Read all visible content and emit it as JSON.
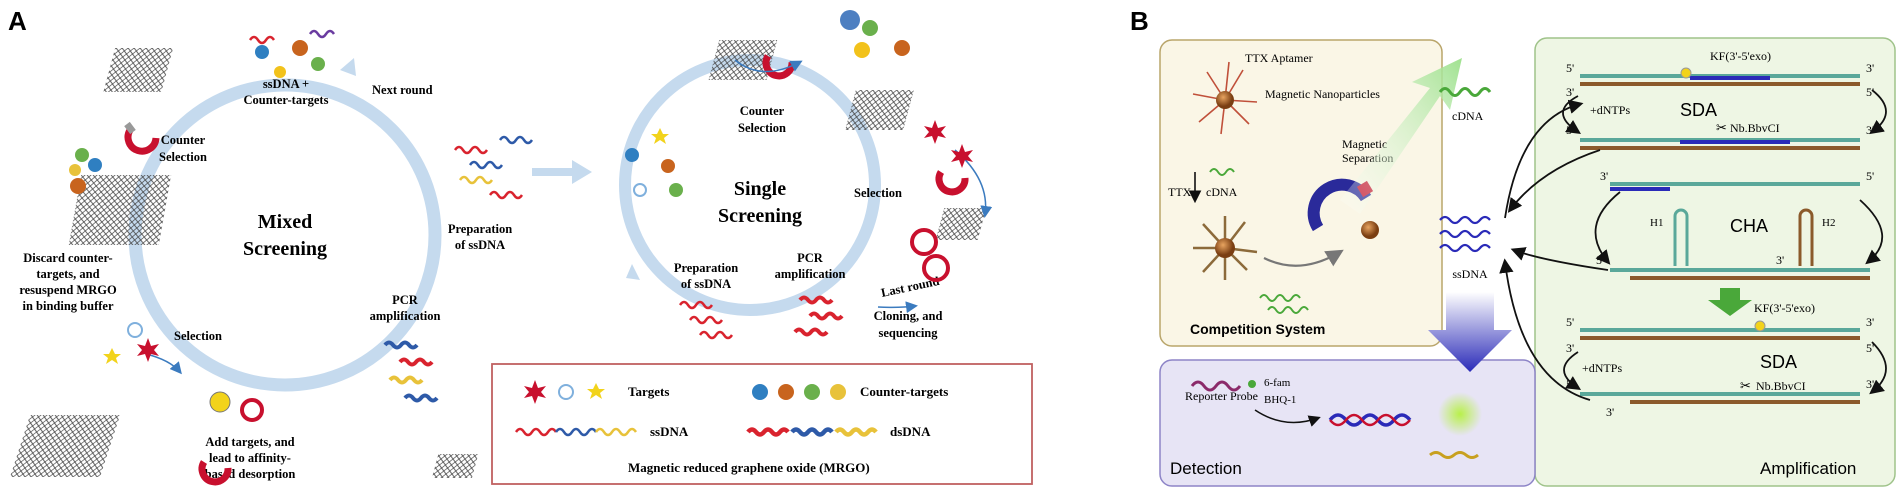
{
  "panel_a": {
    "letter": "A",
    "mixed_title": [
      "Mixed",
      "Screening"
    ],
    "single_title": [
      "Single",
      "Screening"
    ],
    "labels": {
      "next_round": "Next round",
      "ssdna_counter": [
        "ssDNA +",
        "Counter-targets"
      ],
      "counter_selection_left": [
        "Counter",
        "Selection"
      ],
      "discard": [
        "Discard counter-",
        "targets, and",
        "resuspend MRGO",
        "in binding buffer"
      ],
      "selection_left": "Selection",
      "add_targets": [
        "Add targets, and",
        "lead to affinity-",
        "based desorption"
      ],
      "pcr_left": [
        "PCR",
        "amplification"
      ],
      "prep_left": [
        "Preparation",
        "of ssDNA"
      ],
      "counter_selection_right": [
        "Counter",
        "Selection"
      ],
      "selection_right": "Selection",
      "prep_right": [
        "Preparation",
        "of ssDNA"
      ],
      "pcr_right": [
        "PCR",
        "amplification"
      ],
      "last_round": "Last round",
      "cloning": [
        "Cloning, and",
        "sequencing"
      ]
    },
    "legend": {
      "targets": "Targets",
      "counter_targets": "Counter-targets",
      "ssdna": "ssDNA",
      "dsdna": "dsDNA",
      "mrgo": "Magnetic reduced graphene oxide (MRGO)"
    }
  },
  "panel_b": {
    "letter": "B",
    "competition": {
      "ttx_aptamer": "TTX Aptamer",
      "magnetic_np": "Magnetic Nanoparticles",
      "ttx": "TTX",
      "cdna_small": "cDNA",
      "magnetic_separation": [
        "Magnetic",
        "Separation"
      ],
      "title": "Competition System"
    },
    "cdna": "cDNA",
    "ssdna": "ssDNA",
    "detection": {
      "reporter": "Reporter Probe",
      "fam": "6-fam",
      "bhq": "BHQ-1",
      "title": "Detection"
    },
    "amplification": {
      "kf1": "KF(3'-5'exo)",
      "sda1": "SDA",
      "dntps1": "+dNTPs",
      "nb1": "Nb.BbvCI",
      "h1": "H1",
      "cha": "CHA",
      "h2": "H2",
      "kf2": "KF(3'-5'exo)",
      "dntps2": "+dNTPs",
      "sda2": "SDA",
      "nb2": "Nb.BbvCI",
      "title": "Amplification",
      "five_prime": "5'",
      "three_prime": "3'"
    }
  },
  "colors": {
    "circle": "#c5daee",
    "target_red": "#c8102e",
    "target_yellow": "#f2d31b",
    "target_blue": "#7fb0dd",
    "ss_red": "#d9232e",
    "ss_blue": "#2e5aa8",
    "ss_yellow": "#e8c23a",
    "legend_border": "#c06060",
    "competition_bg": "#faf6e6",
    "competition_border": "#b9a56a",
    "detection_bg": "#e7e4f5",
    "detection_border": "#8d84c7",
    "amp_bg": "#eef6e4",
    "amp_border": "#9fc38a",
    "strand_teal": "#5aa89a",
    "strand_brown": "#8b5a2b",
    "strand_blue": "#2a2ab8",
    "green_arrow": "#4aa83a"
  }
}
